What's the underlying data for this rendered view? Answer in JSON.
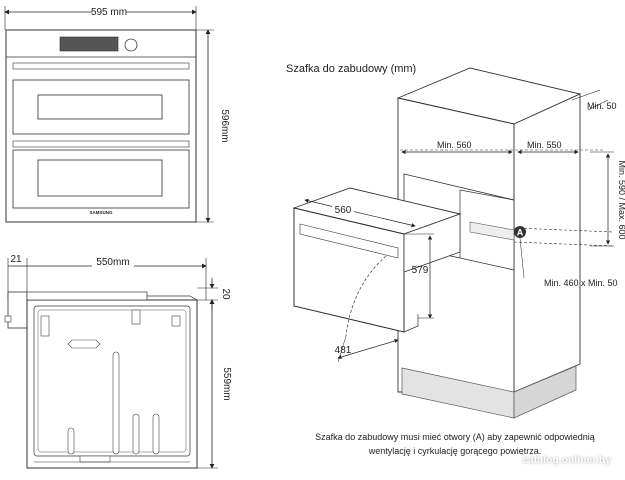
{
  "front_view": {
    "width_label": "595 mm",
    "height_label": "596mm",
    "brand": "SAMSUNG"
  },
  "side_view": {
    "offset_label": "21",
    "depth_label": "550mm",
    "top_gap_label": "20",
    "height_label": "559mm"
  },
  "cabinet": {
    "title": "Szafka do zabudowy (mm)",
    "min_50": "Min. 50",
    "min_560": "Min. 560",
    "min_550": "Min. 550",
    "height_range": "Min. 590 / Max. 600",
    "oven_width": "560",
    "oven_height": "579",
    "oven_depth": "481",
    "marker": "A",
    "opening_size": "Min. 460 x Min. 50",
    "note_line1": "Szafka do zabudowy musi mieć otwory (A) aby zapewnić odpowiednią",
    "note_line2": "wentylację i cyrkulację gorącego powietrza."
  },
  "watermark": "catalog.onliner.by"
}
